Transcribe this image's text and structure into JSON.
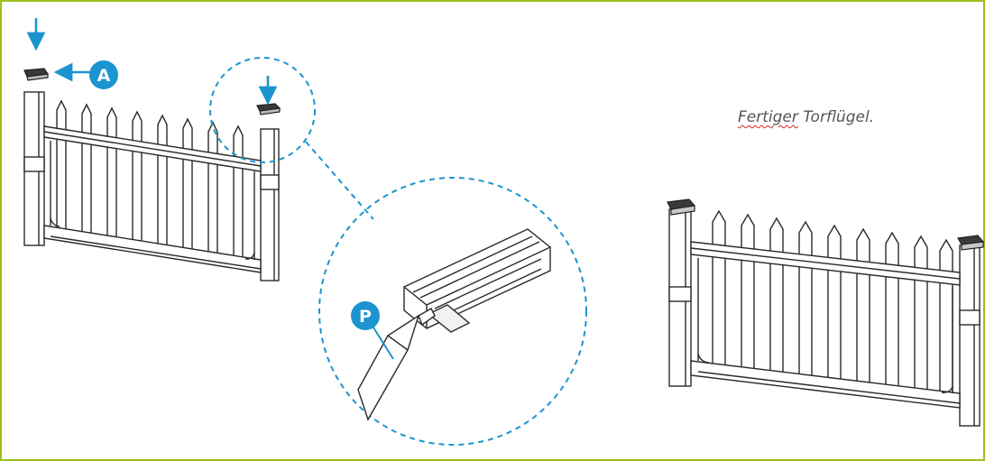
{
  "figure": {
    "border_color": "#9bbf1e",
    "accent_color": "#1b94cf",
    "line_color": "#2a2a2a"
  },
  "callouts": {
    "a_label": "A",
    "p_label": "P"
  },
  "caption": {
    "word1": "Fertiger",
    "word2": "Torflügel."
  },
  "icons": [
    "down-arrow-icon",
    "left-arrow-icon",
    "pointer-line-icon"
  ]
}
